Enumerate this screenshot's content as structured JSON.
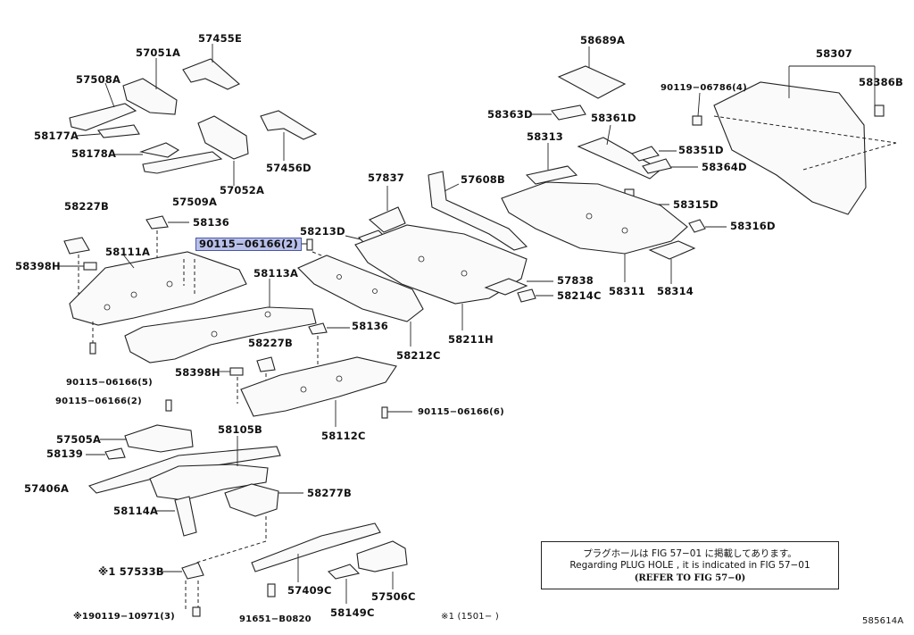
{
  "parts": {
    "p57455E": "57455E",
    "p57051A": "57051A",
    "p57508A": "57508A",
    "p58177A": "58177A",
    "p58178A": "58178A",
    "p57509A": "57509A",
    "p57052A": "57052A",
    "p57456D": "57456D",
    "p58227B_top": "58227B",
    "p58136_top": "58136",
    "p58111A": "58111A",
    "p58398H_top": "58398H",
    "p90115_2_top": "90115−06166(2)",
    "p58113A": "58113A",
    "p90115_5": "90115−06166(5)",
    "p90115_2_bottom": "90115−06166(2)",
    "p57837": "57837",
    "p58213D": "58213D",
    "p57608B": "57608B",
    "p58136_mid": "58136",
    "p58212C": "58212C",
    "p58227B_mid": "58227B",
    "p58398H_mid": "58398H",
    "p58112C": "58112C",
    "p90115_6": "90115−06166(6)",
    "p57838": "57838",
    "p58214C": "58214C",
    "p58211H": "58211H",
    "p58689A": "58689A",
    "p58363D": "58363D",
    "p58361D": "58361D",
    "p58313": "58313",
    "p58351D": "58351D",
    "p58364D": "58364D",
    "p58315D": "58315D",
    "p58316D": "58316D",
    "p58311": "58311",
    "p58314": "58314",
    "p58307": "58307",
    "p90119_4": "90119−06786(4)",
    "p58386B": "58386B",
    "p57505A": "57505A",
    "p58139": "58139",
    "p57406A": "57406A",
    "p58105B": "58105B",
    "p58114A": "58114A",
    "p58277B": "58277B",
    "p57533B": "※1 57533B",
    "p90119_3": "※190119−10971(3)",
    "p57409C": "57409C",
    "p91651": "91651−B0820",
    "p58149C": "58149C",
    "p57506C": "57506C",
    "footnote": "※1 (1501−     )",
    "figure_id": "585614A"
  },
  "note": {
    "line1": "プラグホールは FIG 57−01 に掲載してあります。",
    "line2": "Regarding  PLUG  HOLE , it is indicated in  FIG  57−01",
    "line3": "(REFER TO FIG 57−0)"
  },
  "highlight_color": "#b9c1ea"
}
